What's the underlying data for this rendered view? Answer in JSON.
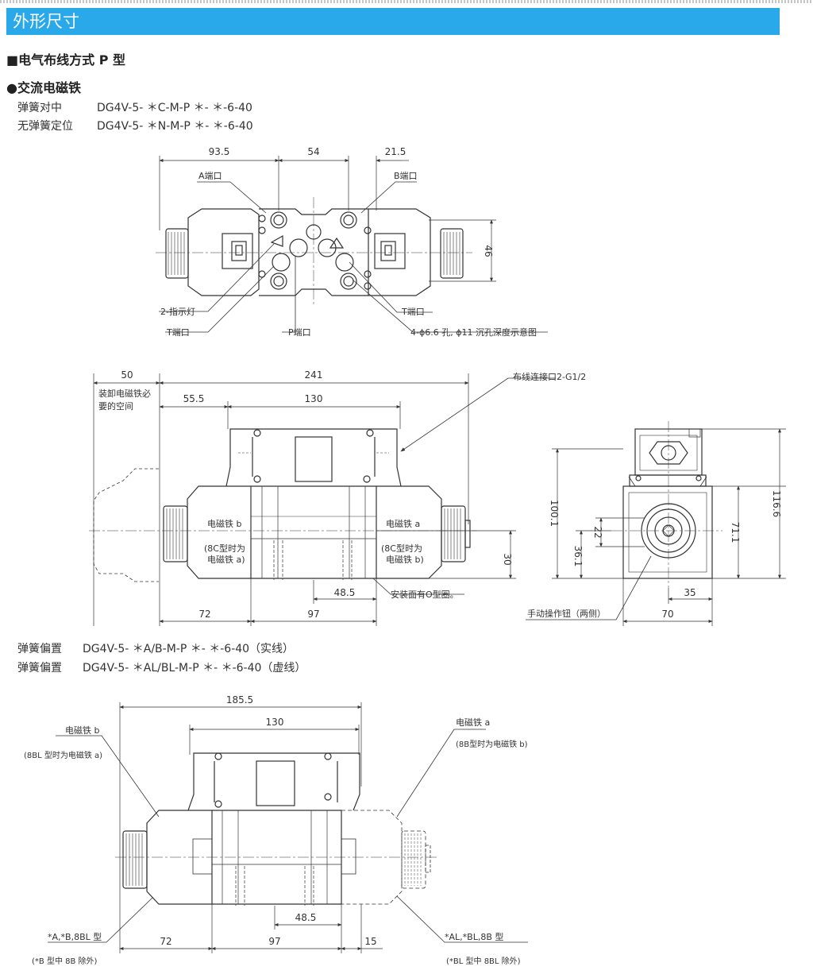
{
  "header": {
    "title": "外形尺寸"
  },
  "section": {
    "wiring_title": "■电气布线方式 P 型",
    "ac_title": "●交流电磁铁"
  },
  "models_top": [
    {
      "label": "弹簧对中",
      "code": "DG4V-5- ＊C-M-P ＊- ＊-6-40"
    },
    {
      "label": "无弹簧定位",
      "code": "DG4V-5- ＊N-M-P ＊- ＊-6-40"
    }
  ],
  "models_bottom": [
    {
      "label": "弹簧偏置",
      "code": "DG4V-5- ＊A/B-M-P ＊- ＊-6-40（实线）"
    },
    {
      "label": "弹簧偏置",
      "code": "DG4V-5- ＊AL/BL-M-P ＊- ＊-6-40（虚线）"
    }
  ],
  "top_view": {
    "dims": {
      "d1": "93.5",
      "d2": "54",
      "d3": "21.5",
      "height": "46"
    },
    "labels": {
      "a_port": "A端口",
      "b_port": "B端口",
      "indicator": "2-指示灯",
      "t_port_left": "T端口",
      "p_port": "P端口",
      "t_port_right": "T端口",
      "holes": "4-ϕ6.6 孔, ϕ11 沉孔深度示意图"
    }
  },
  "front_view": {
    "dims": {
      "removal": "50",
      "total": "241",
      "d555": "55.5",
      "d130": "130",
      "d72": "72",
      "d97": "97",
      "d485": "48.5",
      "d30": "30"
    },
    "labels": {
      "removal_space": "装卸电磁铁必",
      "removal_space2": "要的空间",
      "wiring_port": "布线连接口2-G1/2",
      "solenoid_b": "电磁铁 b",
      "solenoid_b_note1": "(8C型时为",
      "solenoid_b_note2": "电磁铁 a)",
      "solenoid_a": "电磁铁 a",
      "solenoid_a_note1": "(8C型时为",
      "solenoid_a_note2": "电磁铁 b)",
      "oring": "安装面有O型圈。"
    }
  },
  "side_view": {
    "dims": {
      "d1001": "100.1",
      "d22": "22",
      "d361": "36.1",
      "d711": "71.1",
      "d1166": "116.6",
      "d35": "35",
      "d70": "70"
    },
    "labels": {
      "manual": "手动操作钮（两侧）"
    }
  },
  "bottom_view": {
    "dims": {
      "d1855": "185.5",
      "d130": "130",
      "d485": "48.5",
      "d72": "72",
      "d97": "97",
      "d15": "15"
    },
    "labels": {
      "solenoid_b": "电磁铁 b",
      "solenoid_b_note": "(8BL 型时为电磁铁 a)",
      "solenoid_a": "电磁铁 a",
      "solenoid_a_note": "(8B型时为电磁铁 b)",
      "type_left": "*A,*B,8BL 型",
      "type_left_note": "(*B 型中 8B 除外)",
      "type_right": "*AL,*BL,8B 型",
      "type_right_note": "(*BL 型中 8BL 除外)"
    }
  }
}
